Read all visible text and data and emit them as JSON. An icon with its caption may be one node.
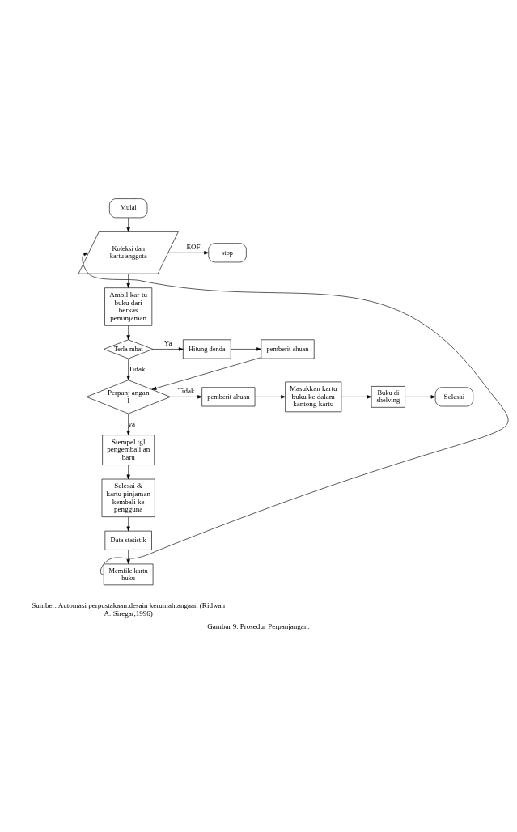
{
  "diagram": {
    "caption": "Gambar 9. Prosedur Perpanjangan.",
    "nodes": [
      {
        "text": [
          "Mulai"
        ]
      },
      {
        "text": [
          "Koleksi dan kartu anggota"
        ]
      },
      {
        "text": [
          "stop"
        ]
      },
      {
        "text": [
          "Ambil kar-tu buku dari berkas peminjaman"
        ]
      },
      {
        "text": [
          "Terla mbat"
        ]
      },
      {
        "text": [
          "Hitung denda"
        ]
      },
      {
        "text": [
          "pemberit ahuan"
        ]
      },
      {
        "text": [
          "Perpanj angan I"
        ]
      },
      {
        "text": [
          "pemberit ahuan"
        ]
      },
      {
        "text": [
          "Masukkan kartu buku ke dalam kantong kartu"
        ]
      },
      {
        "text": [
          "Buku di shelving"
        ]
      },
      {
        "text": [
          "Selesai"
        ]
      },
      {
        "text": [
          "Stempel tgl pengembali an baru"
        ]
      },
      {
        "text": [
          "Selesai & kartu pinjaman kembali ke pengguna"
        ]
      },
      {
        "text": [
          "Data statistik"
        ]
      },
      {
        "text": [
          "Memfile kartu buku"
        ]
      }
    ],
    "edges": [
      {
        "from": 0,
        "to": 1,
        "arrow": "to"
      },
      {
        "from": 1,
        "to": 2,
        "arrow": "to",
        "label": "EOF"
      },
      {
        "from": 1,
        "to": 3,
        "arrow": "to"
      },
      {
        "from": 3,
        "to": 4,
        "arrow": "to"
      },
      {
        "from": 4,
        "to": 5,
        "arrow": "to",
        "label": "Ya"
      },
      {
        "from": 5,
        "to": 6,
        "arrow": "to"
      },
      {
        "from": 4,
        "to": 7,
        "arrow": "to",
        "label": "Tidak"
      },
      {
        "from": 6,
        "to": 7,
        "arrow": "to"
      },
      {
        "from": 7,
        "to": 8,
        "arrow": "to",
        "label": "Tidak"
      },
      {
        "from": 8,
        "to": 9,
        "arrow": "to"
      },
      {
        "from": 9,
        "to": 10,
        "arrow": "to"
      },
      {
        "from": 10,
        "to": 11,
        "arrow": "to"
      },
      {
        "from": 7,
        "to": 12,
        "arrow": "to",
        "label": "ya"
      },
      {
        "from": 12,
        "to": 13,
        "arrow": "to"
      },
      {
        "from": 13,
        "to": 14,
        "arrow": "to"
      },
      {
        "from": 14,
        "to": 15,
        "arrow": "to"
      },
      {
        "from": 15,
        "to": 1,
        "arrow": "to"
      }
    ],
    "labels": [
      "Sumber: Automasi perpustakaan:desain kerumahtangaan (Ridwan A. Siregar,1996)"
    ]
  }
}
